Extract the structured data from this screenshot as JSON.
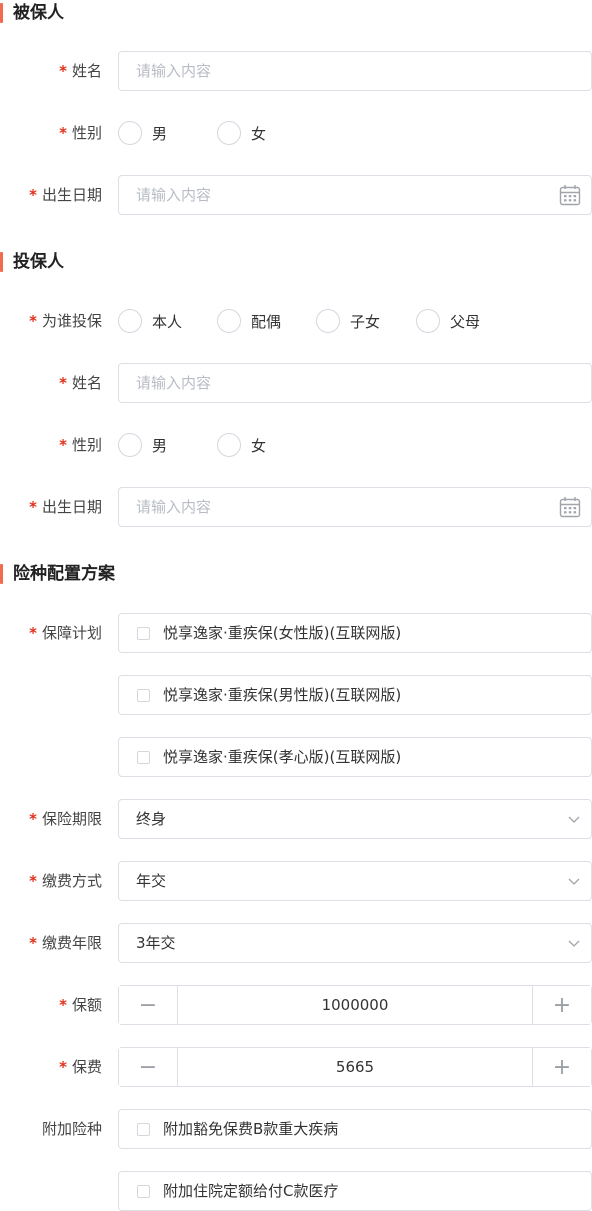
{
  "insured": {
    "title": "被保人",
    "name_label": "姓名",
    "name_placeholder": "请输入内容",
    "gender_label": "性别",
    "gender_options": [
      "男",
      "女"
    ],
    "birth_label": "出生日期",
    "birth_placeholder": "请输入内容"
  },
  "applicant": {
    "title": "投保人",
    "relation_label": "为谁投保",
    "relation_options": [
      "本人",
      "配偶",
      "子女",
      "父母"
    ],
    "name_label": "姓名",
    "name_placeholder": "请输入内容",
    "gender_label": "性别",
    "gender_options": [
      "男",
      "女"
    ],
    "birth_label": "出生日期",
    "birth_placeholder": "请输入内容"
  },
  "plan": {
    "title": "险种配置方案",
    "plan_label": "保障计划",
    "plan_options": [
      "悦享逸家·重疾保(女性版)(互联网版)",
      "悦享逸家·重疾保(男性版)(互联网版)",
      "悦享逸家·重疾保(孝心版)(互联网版)"
    ],
    "term_label": "保险期限",
    "term_value": "终身",
    "payment_label": "缴费方式",
    "payment_value": "年交",
    "pay_years_label": "缴费年限",
    "pay_years_value": "3年交",
    "amount_label": "保额",
    "amount_value": "1000000",
    "premium_label": "保费",
    "premium_value": "5665",
    "addon_label": "附加险种",
    "addon_options": [
      "附加豁免保费B款重大疾病",
      "附加住院定额给付C款医疗"
    ]
  },
  "required_mark": "*",
  "stepper": {
    "minus": "−",
    "plus": "+"
  },
  "colors": {
    "accent": "#f26a4f",
    "required": "#e0321b",
    "border": "#dcdfe6",
    "placeholder": "#b8bcc4"
  }
}
